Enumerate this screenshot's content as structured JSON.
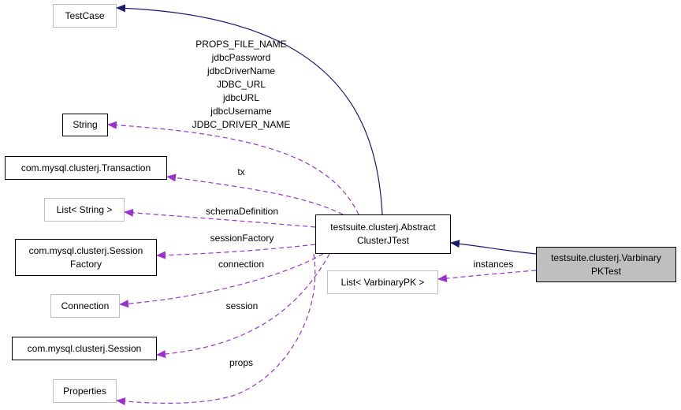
{
  "nodes": {
    "testcase": "TestCase",
    "string": "String",
    "transaction": "com.mysql.clusterj.Transaction",
    "list_string": "List< String >",
    "session_factory": [
      "com.mysql.clusterj.Session",
      "Factory"
    ],
    "connection": "Connection",
    "session": "com.mysql.clusterj.Session",
    "properties": "Properties",
    "abstract_test": [
      "testsuite.clusterj.Abstract",
      "ClusterJTest"
    ],
    "list_pk": "List< VarbinaryPK >",
    "varbinary_test": [
      "testsuite.clusterj.Varbinary",
      "PKTest"
    ]
  },
  "edge_labels": {
    "string_fields": [
      "PROPS_FILE_NAME",
      "jdbcPassword",
      "jdbcDriverName",
      "JDBC_URL",
      "jdbcURL",
      "jdbcUsername",
      "JDBC_DRIVER_NAME"
    ],
    "tx": "tx",
    "schema_definition": "schemaDefinition",
    "session_factory": "sessionFactory",
    "connection": "connection",
    "session": "session",
    "props": "props",
    "instances": "instances"
  },
  "colors": {
    "inheritance_edge": "#191970",
    "usage_edge": "#9a32cd",
    "focus_fill": "#bfbfbf",
    "gray_border": "#bfbfbf"
  }
}
